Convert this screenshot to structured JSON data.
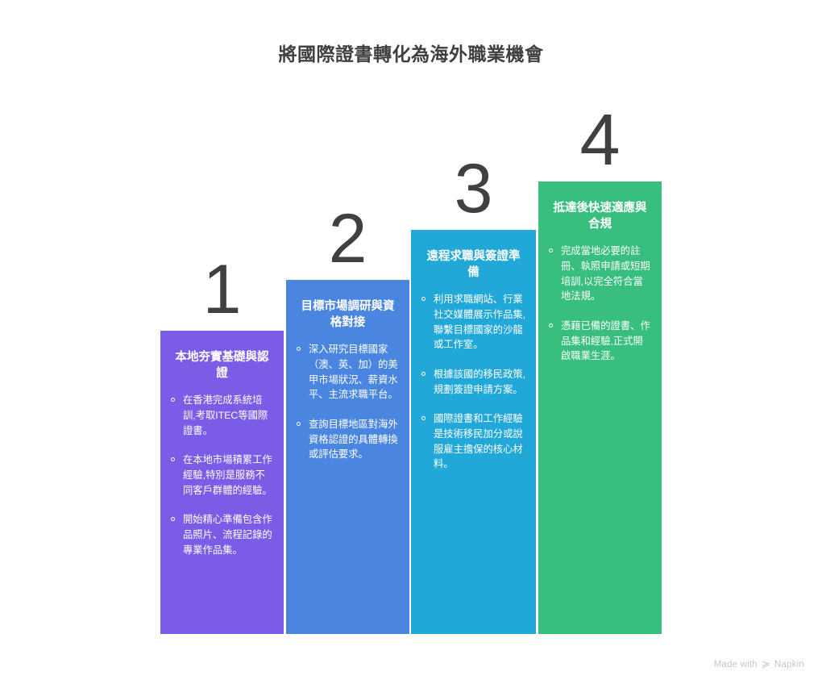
{
  "title": "將國際證書轉化為海外職業機會",
  "colors": {
    "step1": "#7B5CE6",
    "step2": "#4A86E0",
    "step3": "#22A8D8",
    "step4": "#38BE7E",
    "title_text": "#404040",
    "number_text": "#404040",
    "watermark_text": "#C8C8C8"
  },
  "steps": [
    {
      "number": "1",
      "heading": "本地夯實基礎與認證",
      "bullets": [
        "在香港完成系統培訓,考取ITEC等國際證書。",
        "在本地市場積累工作經驗,特別是服務不同客戶群體的經驗。",
        "開始精心準備包含作品照片、流程記錄的專業作品集。"
      ]
    },
    {
      "number": "2",
      "heading": "目標市場調研與資格對接",
      "bullets": [
        "深入研究目標國家（澳、英、加）的美甲市場狀況、薪資水平、主流求職平台。",
        "查詢目標地區對海外資格認證的具體轉換或評估要求。"
      ]
    },
    {
      "number": "3",
      "heading": "遠程求職與簽證準備",
      "bullets": [
        "利用求職網站、行業社交媒體展示作品集,聯繫目標國家的沙龍或工作室。",
        "根據該國的移民政策,規劃簽證申請方案。",
        "國際證書和工作經驗是技術移民加分或說服雇主擔保的核心材料。"
      ]
    },
    {
      "number": "4",
      "heading": "抵達後快速適應與合規",
      "bullets": [
        "完成當地必要的註冊、執照申請或短期培訓,以完全符合當地法規。",
        "憑藉已備的證書、作品集和經驗,正式開啟職業生涯。"
      ]
    }
  ],
  "watermark": {
    "prefix": "Made with",
    "logo": "≽",
    "brand": "Napkin"
  }
}
